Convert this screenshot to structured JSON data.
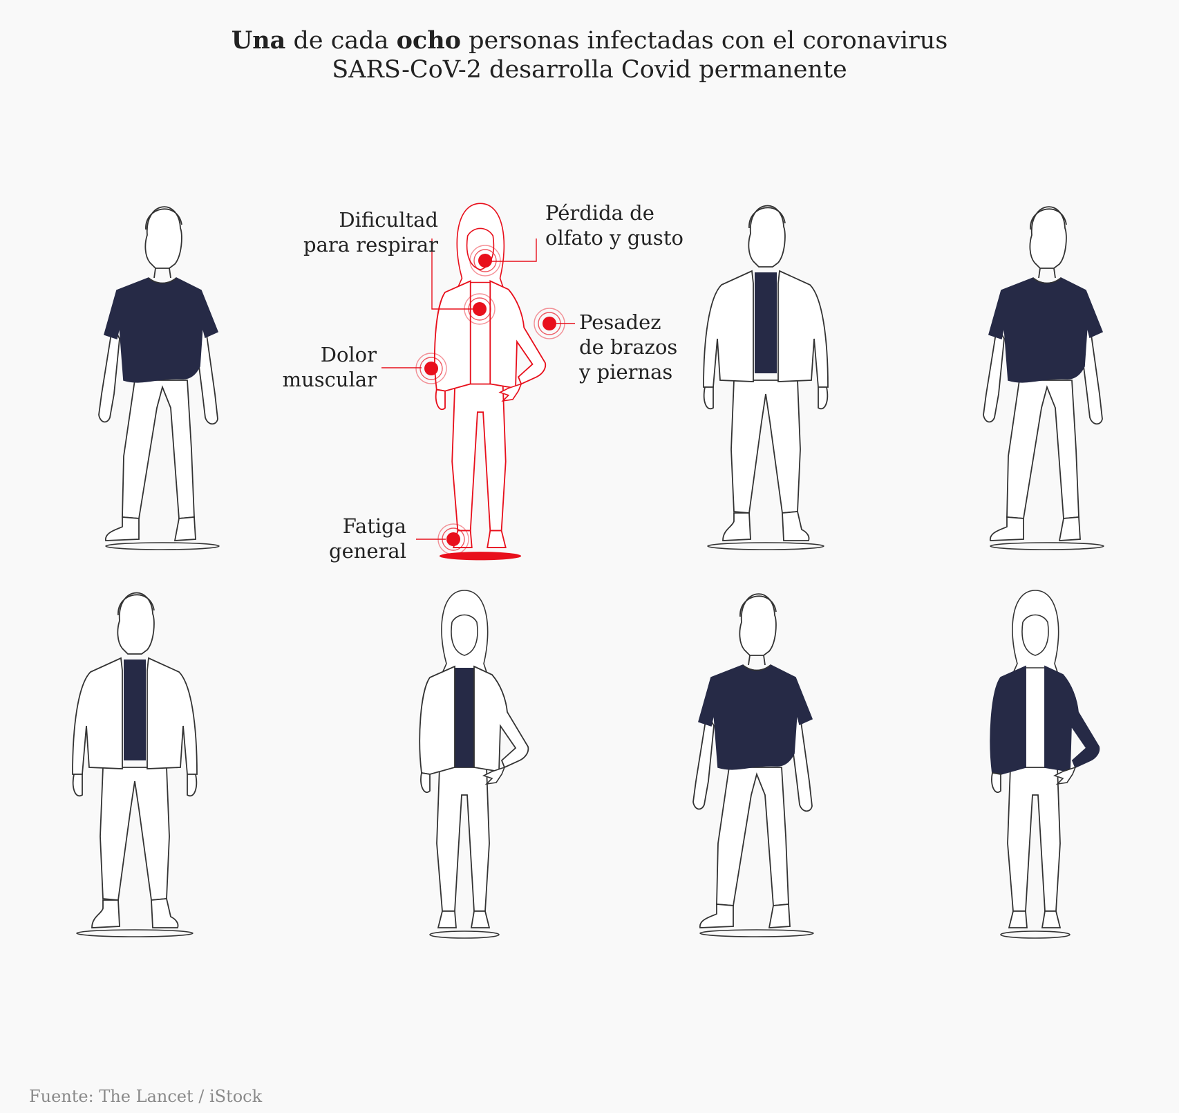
{
  "title": {
    "line1": {
      "b1": "Una",
      "t1": " de cada ",
      "b2": "ocho",
      "t2": " personas infectadas con el coronavirus"
    },
    "line2": "SARS-CoV-2 desarrolla Covid permanente"
  },
  "symptoms": {
    "breathing": {
      "line1": "Dificultad",
      "line2": "para respirar"
    },
    "smell": {
      "line1": "Pérdida de",
      "line2": "olfato y gusto"
    },
    "heaviness": {
      "line1": "Pesadez",
      "line2": "de brazos",
      "line3": "y piernas"
    },
    "muscle": {
      "line1": "Dolor",
      "line2": "muscular"
    },
    "fatigue": {
      "line1": "Fatiga",
      "line2": "general"
    }
  },
  "source": "Fuente: The Lancet / iStock",
  "colors": {
    "background": "#f9f9f9",
    "navy": "#262a46",
    "highlight": "#e8101c",
    "outline": "#333333"
  }
}
